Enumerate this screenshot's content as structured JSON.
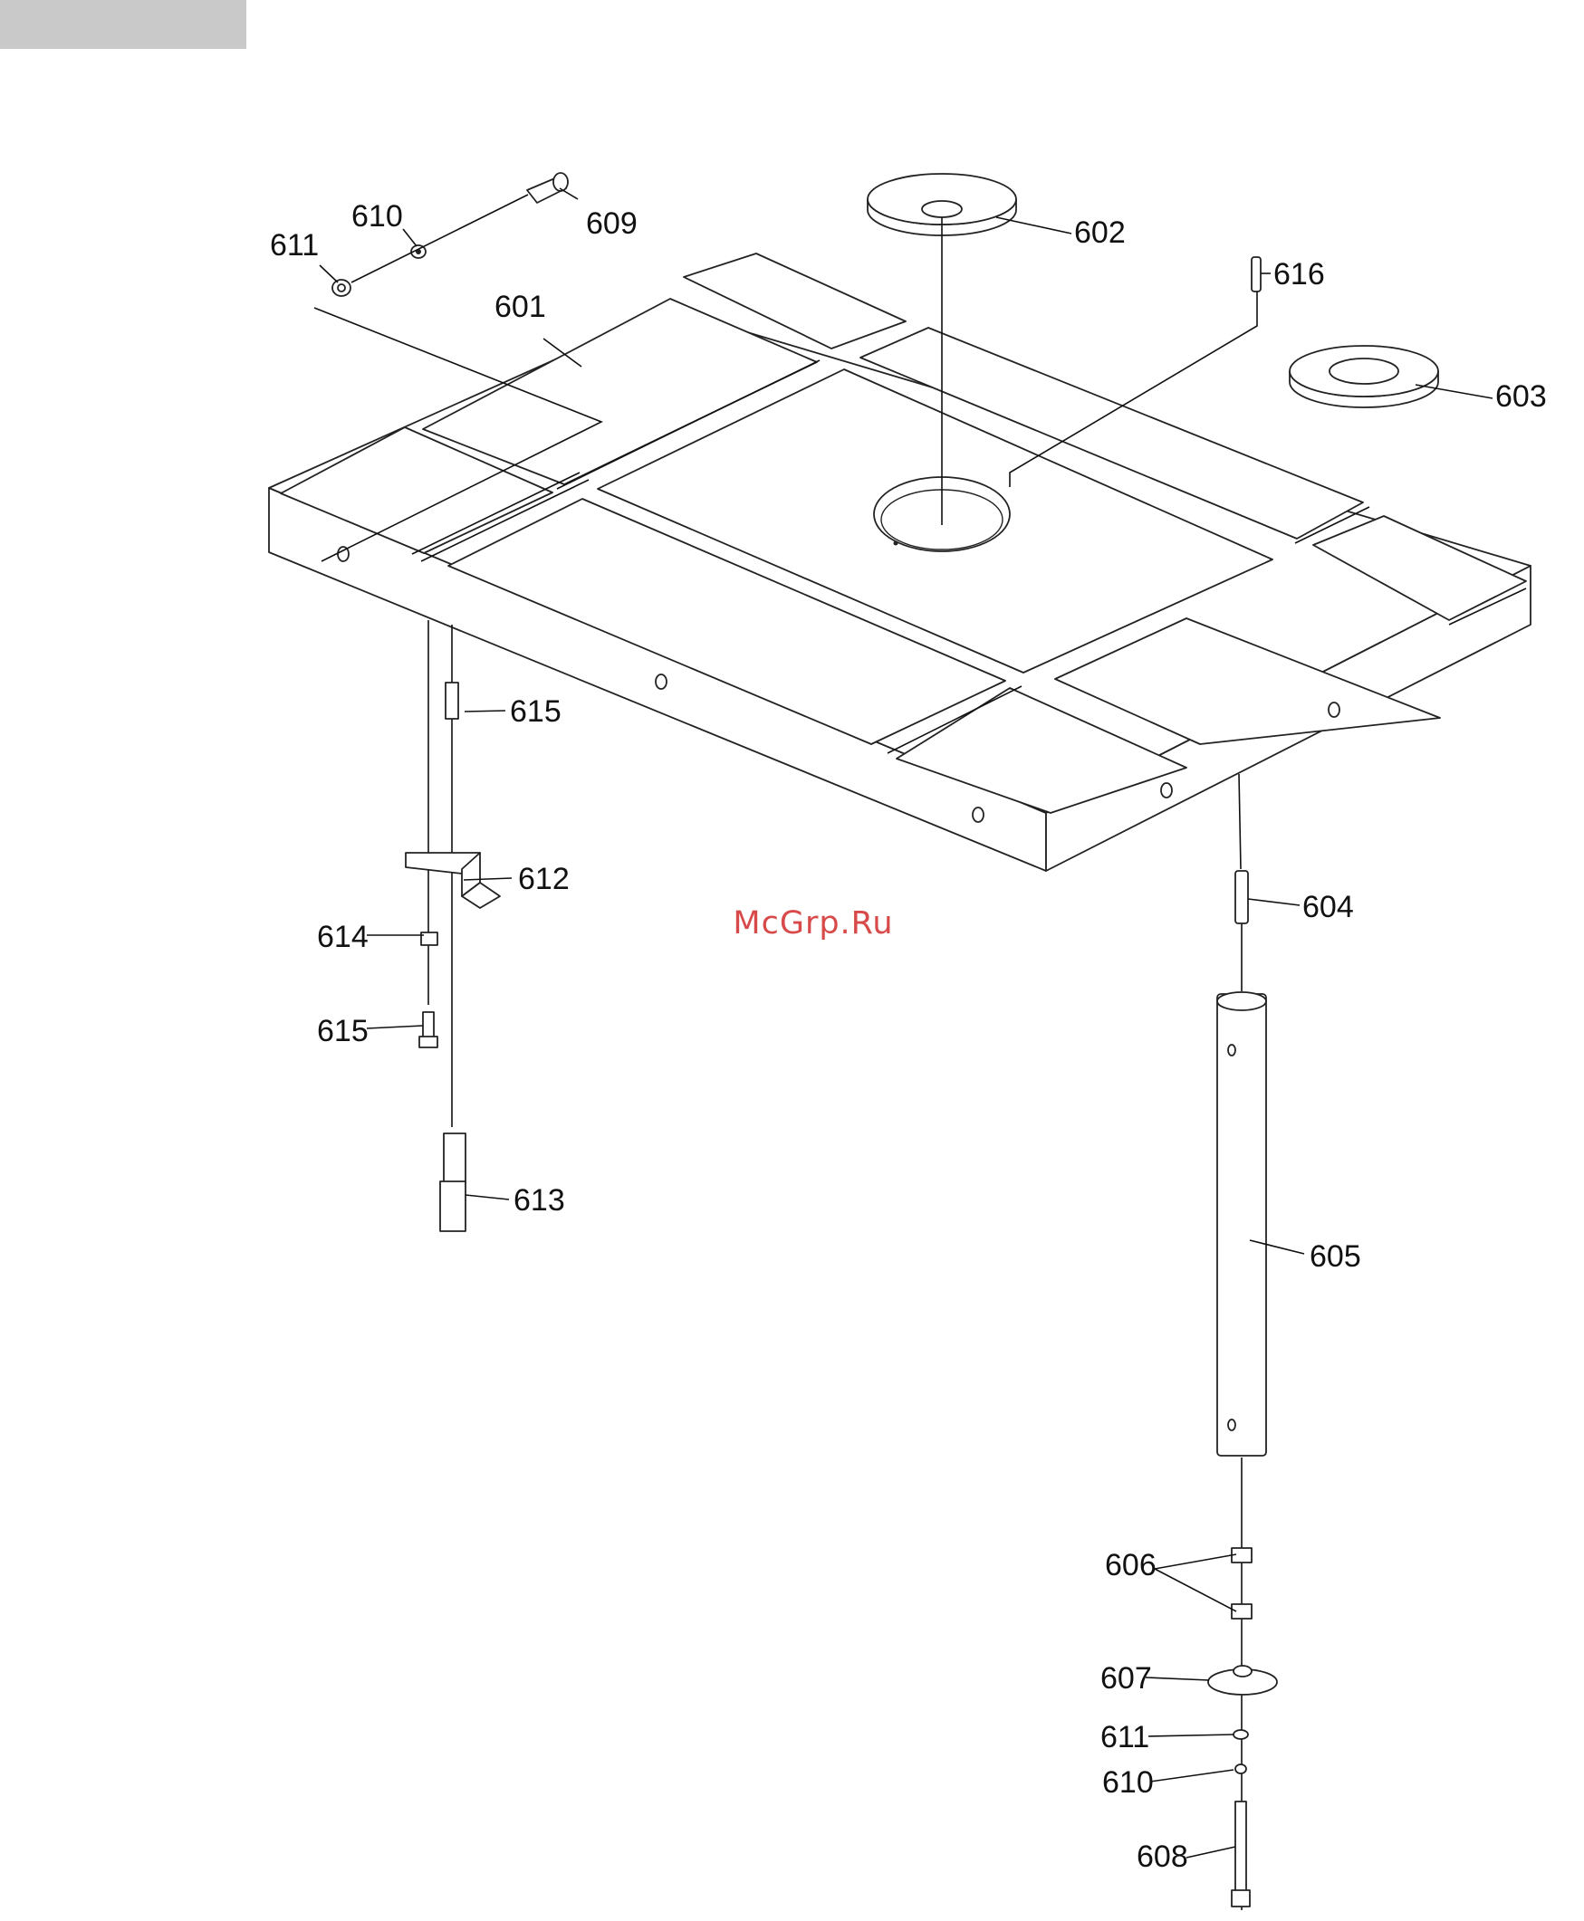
{
  "labels": {
    "l601": "601",
    "l602": "602",
    "l603": "603",
    "l604": "604",
    "l605": "605",
    "l606": "606",
    "l607": "607",
    "l608": "608",
    "l609": "609",
    "l610_top": "610",
    "l611_top": "611",
    "l612": "612",
    "l613": "613",
    "l614": "614",
    "l615_top": "615",
    "l615_bottom": "615",
    "l616": "616",
    "l611_bottom": "611",
    "l610_bottom": "610"
  },
  "watermark": "McGrp.Ru"
}
